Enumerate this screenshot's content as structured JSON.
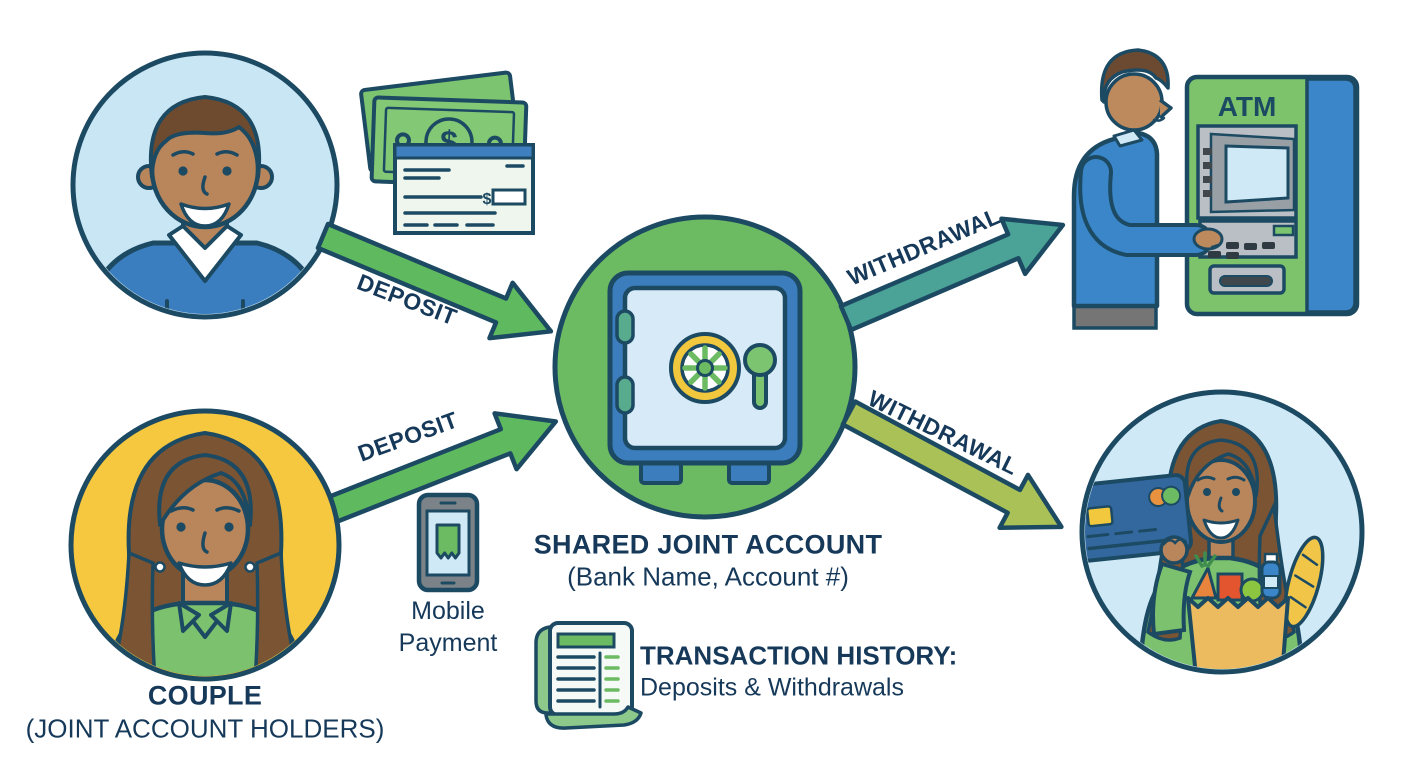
{
  "labels": {
    "deposit_top": "DEPOSIT",
    "deposit_bottom": "DEPOSIT",
    "withdrawal_top": "WITHDRAWAL",
    "withdrawal_bottom": "WITHDRAWAL"
  },
  "couple": {
    "title": "COUPLE",
    "subtitle": "(JOINT ACCOUNT HOLDERS)"
  },
  "account": {
    "title": "SHARED JOINT ACCOUNT",
    "subtitle": "(Bank Name, Account #)"
  },
  "mobile_payment": {
    "label": "Mobile\nPayment"
  },
  "transaction_history": {
    "title": "TRANSACTION HISTORY:",
    "subtitle": "Deposits & Withdrawals"
  },
  "atm": {
    "label": "ATM"
  },
  "money": {
    "bill_symbol": "$",
    "check_symbol": "$"
  },
  "colors": {
    "ink_outline": "#1d4a63",
    "text_navy": "#16395a",
    "account_circle_green": "#6cbb63",
    "deposit_arrow_green": "#5fba5f",
    "withdrawal_arrow_teal": "#4aa396",
    "withdrawal_arrow_olive": "#a9c156",
    "man_portrait_bg": "#c9e6f4",
    "woman_portrait_bg": "#f5c83f",
    "shopper_bg": "#cfe9f6",
    "safe_blue": "#3b7dbd",
    "atm_green": "#7cc36c",
    "atm_stripe_blue": "#3a86c8",
    "card_blue": "#33689f"
  }
}
